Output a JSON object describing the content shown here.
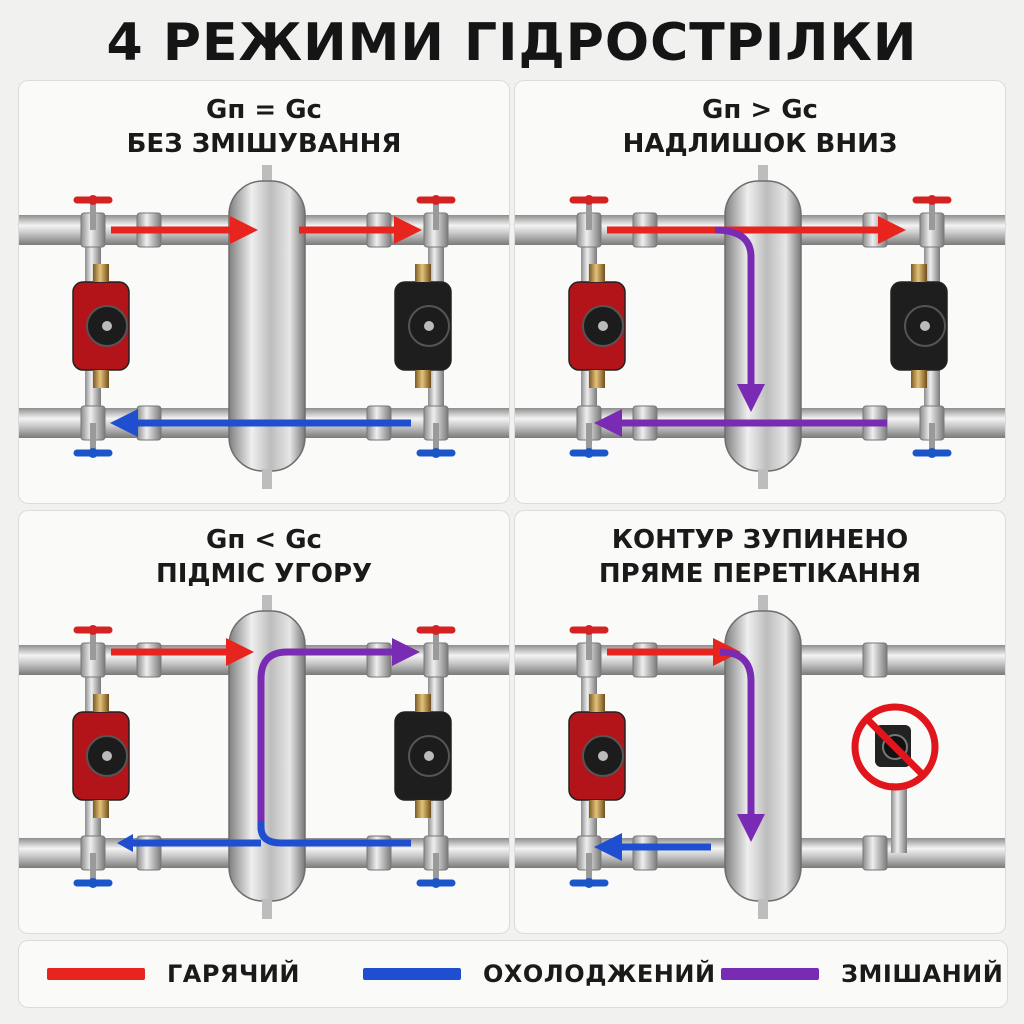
{
  "title": "4 РЕЖИМИ ГІДРОСТРІЛКИ",
  "colors": {
    "hot": "#e8241f",
    "cold": "#1f4fd0",
    "mixed": "#7a2bb3"
  },
  "panels": [
    {
      "line1": "Gп = Gc",
      "line2": "БЕЗ ЗМІШУВАННЯ"
    },
    {
      "line1": "Gп > Gc",
      "line2": "НАДЛИШОК ВНИЗ"
    },
    {
      "line1": "Gп < Gc",
      "line2": "ПІДМІС УГОРУ"
    },
    {
      "line1": "КОНТУР ЗУПИНЕНО",
      "line2": "ПРЯМЕ ПЕРЕТІКАННЯ"
    }
  ],
  "legend": [
    {
      "label": "ГАРЯЧИЙ",
      "color": "#e8241f"
    },
    {
      "label": "ОХОЛОДЖЕНИЙ",
      "color": "#1f4fd0"
    },
    {
      "label": "ЗМІШАНИЙ",
      "color": "#7a2bb3"
    }
  ]
}
